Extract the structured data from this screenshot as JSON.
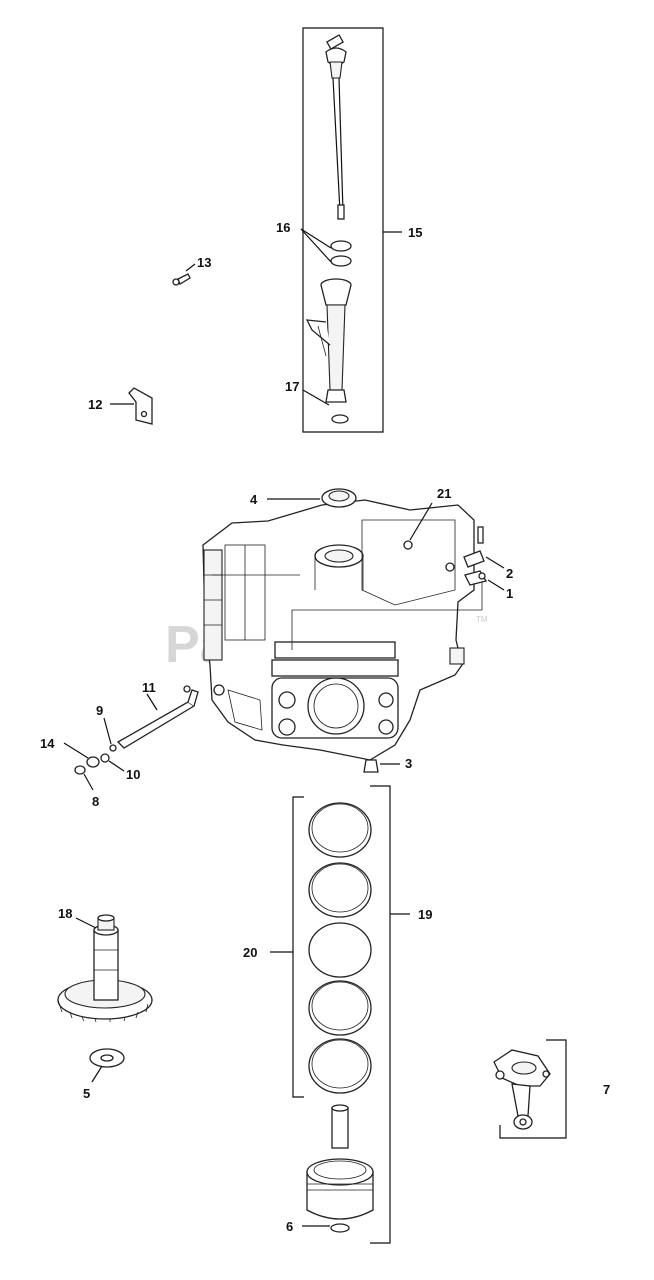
{
  "watermark": {
    "brand": "PartsTree",
    "trademark": "TM"
  },
  "callouts": {
    "c1": "1",
    "c2": "2",
    "c3": "3",
    "c4": "4",
    "c5": "5",
    "c6": "6",
    "c7": "7",
    "c8": "8",
    "c9": "9",
    "c10": "10",
    "c11": "11",
    "c12": "12",
    "c13": "13",
    "c14": "14",
    "c15": "15",
    "c16": "16",
    "c17": "17",
    "c18": "18",
    "c19": "19",
    "c20": "20",
    "c21": "21"
  }
}
